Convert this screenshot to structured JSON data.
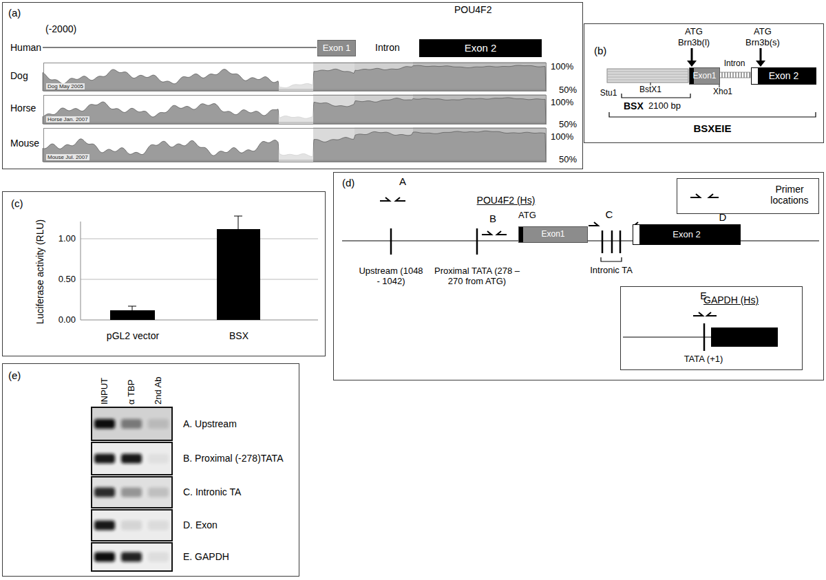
{
  "diagram": {
    "nodes": [
      {
        "text": [
          "(a)"
        ]
      },
      {
        "text": [
          "Exon 1"
        ],
        "in": 0
      },
      {
        "text": [
          "Exon 2"
        ],
        "in": 0
      },
      {
        "text": [
          "Dog May 2005"
        ],
        "in": 0
      },
      {
        "text": [
          "Horse Jan. 2007"
        ],
        "in": 0
      },
      {
        "text": [
          "Mouse Jul. 2007"
        ],
        "in": 0
      },
      {
        "text": [
          "(b)"
        ]
      },
      {
        "text": [
          "Exon1"
        ],
        "in": 6
      },
      {
        "text": [
          "Exon 2"
        ],
        "in": 6
      },
      {
        "text": [
          "(c)"
        ]
      },
      {
        "text": [
          "(d)"
        ]
      },
      {
        "text": [
          "Exon1"
        ],
        "in": 10
      },
      {
        "text": [
          "Exon 2"
        ],
        "in": 10
      },
      {
        "text": [
          "Primer locations"
        ],
        "in": 10
      },
      {
        "text": [
          "GAPDH (Hs)"
        ],
        "in": 10
      },
      {
        "text": [
          "(e)"
        ]
      }
    ],
    "labels": [
      "POU4F2",
      "(-2000)",
      "Human",
      "Intron",
      "Dog",
      "Horse",
      "Mouse",
      "100%",
      "50%",
      "100%",
      "50%",
      "100%",
      "50%",
      "ATG",
      "Brn3b(l)",
      "ATG",
      "Brn3b(s)",
      "Intron",
      "Stu1",
      "BstX1",
      "Xho1",
      "BSX",
      "2100 bp",
      "BSXEIE",
      "Luciferase activity (RLU)",
      "1.00",
      "0.50",
      "0.00",
      "pGL2 vector",
      "BSX",
      "POU4F2 (Hs)",
      "A",
      "B",
      "ATG",
      "C",
      "D",
      "Upstream (1048 - 1042)",
      "Proximal TATA (278 – 270 from ATG)",
      "Intronic TA",
      "E",
      "TATA (+1)",
      "INPUT",
      "α TBP",
      "2nd Ab",
      "A. Upstream",
      "B. Proximal (-278)TATA",
      "C. Intronic TA",
      "D. Exon",
      "E. GAPDH"
    ]
  }
}
